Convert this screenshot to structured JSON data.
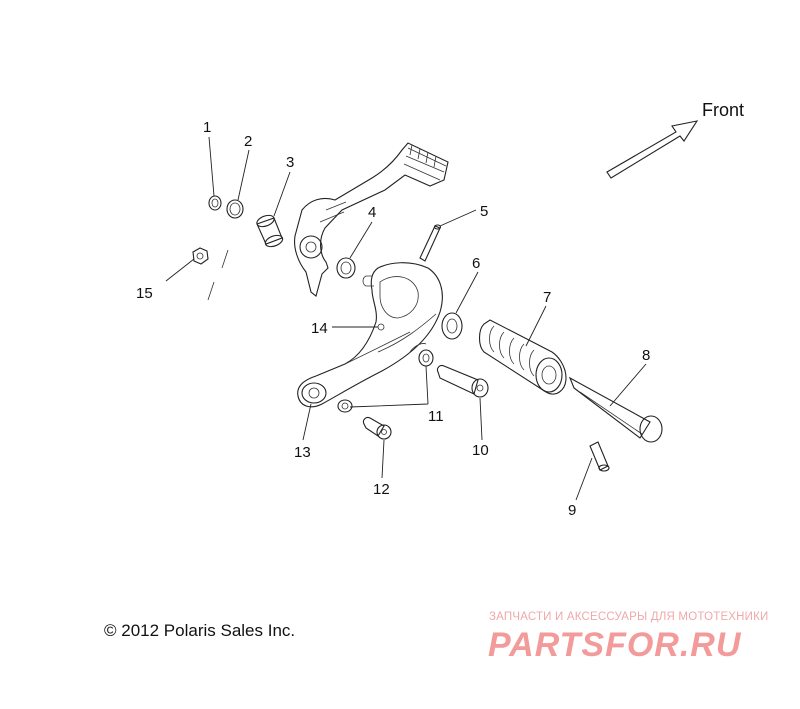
{
  "direction_label": "Front",
  "callouts": [
    "1",
    "2",
    "3",
    "4",
    "5",
    "6",
    "7",
    "8",
    "9",
    "10",
    "11",
    "12",
    "13",
    "14",
    "15"
  ],
  "copyright": "© 2012 Polaris Sales Inc.",
  "watermark": {
    "tagline": "ЗАПЧАСТИ И АКСЕССУАРЫ ДЛЯ МОТОТЕХНИКИ",
    "logo": "PARTSFOR.RU"
  },
  "colors": {
    "line": "#222222",
    "watermark": "#f39a9a"
  }
}
